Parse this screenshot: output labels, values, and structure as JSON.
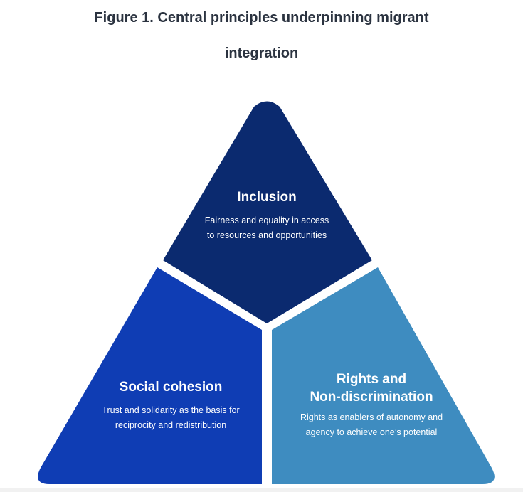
{
  "title": {
    "line1": "Figure 1. Central principles underpinning migrant",
    "line2": "integration"
  },
  "segments": [
    {
      "id": "inclusion",
      "heading": "Inclusion",
      "text_line1": "Fairness and equality in access",
      "text_line2": "to resources and opportunities",
      "color": "#0b2a6f"
    },
    {
      "id": "social-cohesion",
      "heading": "Social cohesion",
      "text_line1": "Trust and solidarity as the basis for",
      "text_line2": "reciprocity and redistribution",
      "color": "#0f3db4"
    },
    {
      "id": "rights",
      "heading_line1": "Rights and",
      "heading_line2": "Non-discrimination",
      "text_line1": "Rights as enablers of autonomy and",
      "text_line2": "agency to achieve one’s potential",
      "color": "#3e8cc0"
    }
  ]
}
